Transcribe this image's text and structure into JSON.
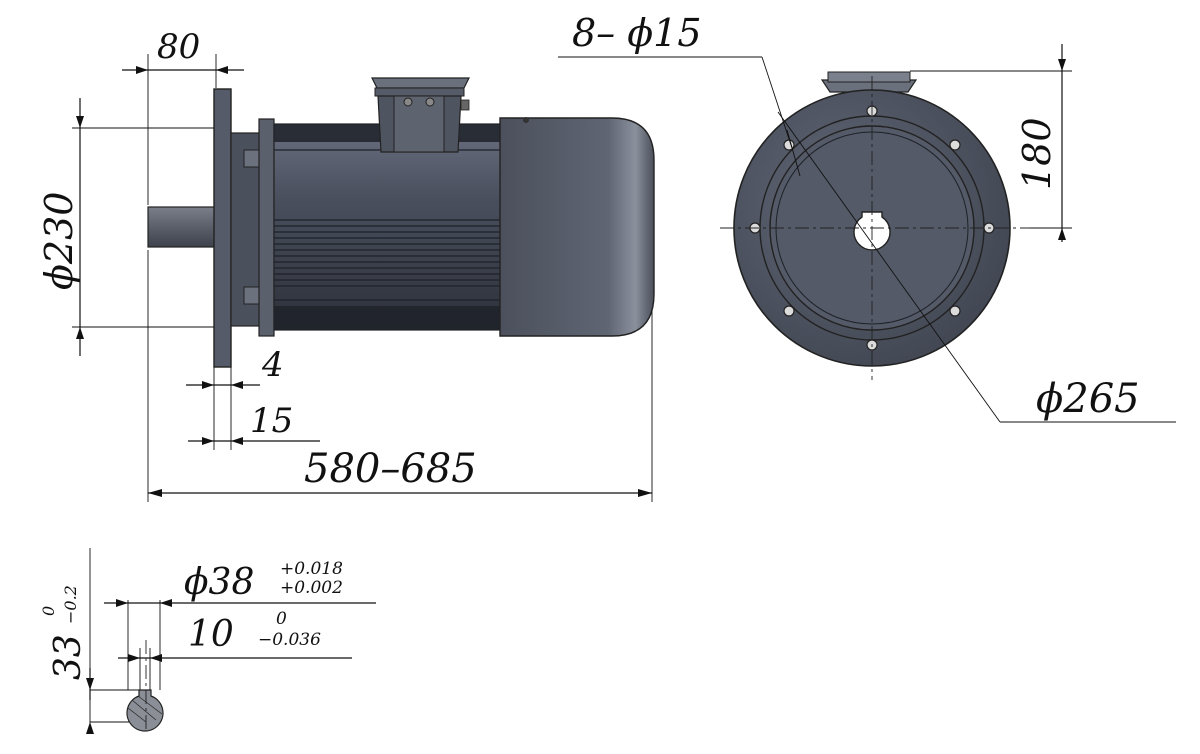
{
  "drawing": {
    "dimensions": {
      "flange_thickness_top": "80",
      "flange_diameter": "ϕ230",
      "spigot": "4",
      "flange_plate": "15",
      "overall_length": "580–685",
      "bolt_holes": "8– ϕ15",
      "center_height": "180",
      "pcd": "ϕ265"
    },
    "shaft": {
      "diameter": "ϕ38",
      "diameter_tol_upper": "+0.018",
      "diameter_tol_lower": "+0.002",
      "key_width": "10",
      "key_tol_upper": "0",
      "key_tol_lower": "−0.036",
      "key_height": "33",
      "key_height_tol_upper": "0",
      "key_height_tol_lower": "−0.2"
    }
  }
}
